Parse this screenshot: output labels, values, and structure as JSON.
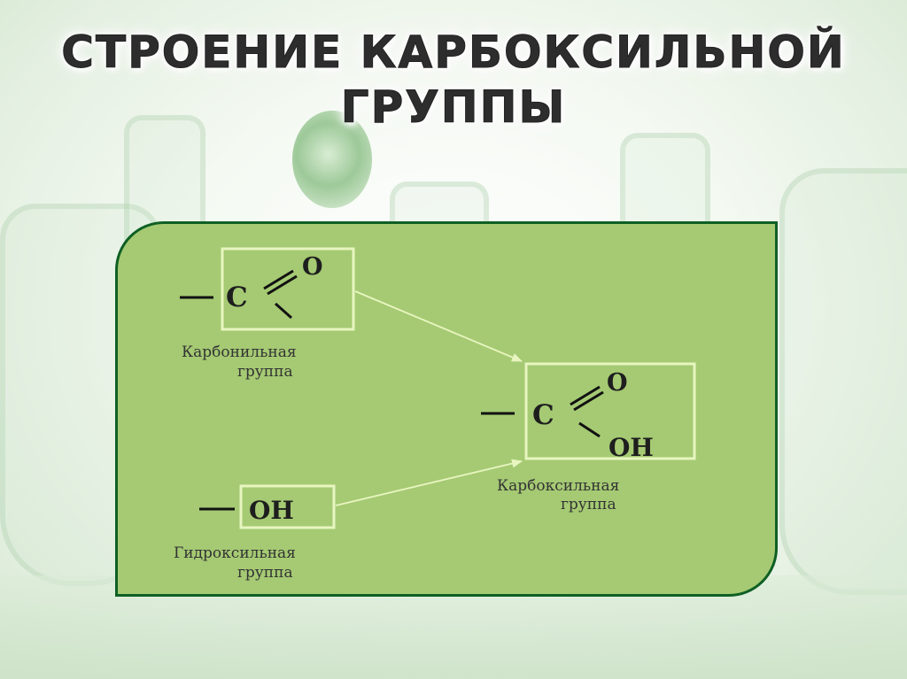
{
  "slide": {
    "title_line1": "СТРОЕНИЕ КАРБОКСИЛЬНОЙ",
    "title_line2": "ГРУППЫ"
  },
  "colors": {
    "panel_fill": "#a5ca73",
    "panel_border": "#0f5f24",
    "box_border": "#e8f5c0",
    "arrow": "#e8f5c0",
    "text": "#1e1e1e"
  },
  "carbonyl": {
    "carbon": "C",
    "oxygen": "O",
    "label_line1": "Карбонильная",
    "label_line2": "группа"
  },
  "hydroxyl": {
    "formula": "OH",
    "label_line1": "Гидроксильная",
    "label_line2": "группа"
  },
  "carboxyl": {
    "carbon": "C",
    "oxygen": "O",
    "hydroxyl": "OH",
    "label_line1": "Карбоксильная",
    "label_line2": "группа"
  }
}
